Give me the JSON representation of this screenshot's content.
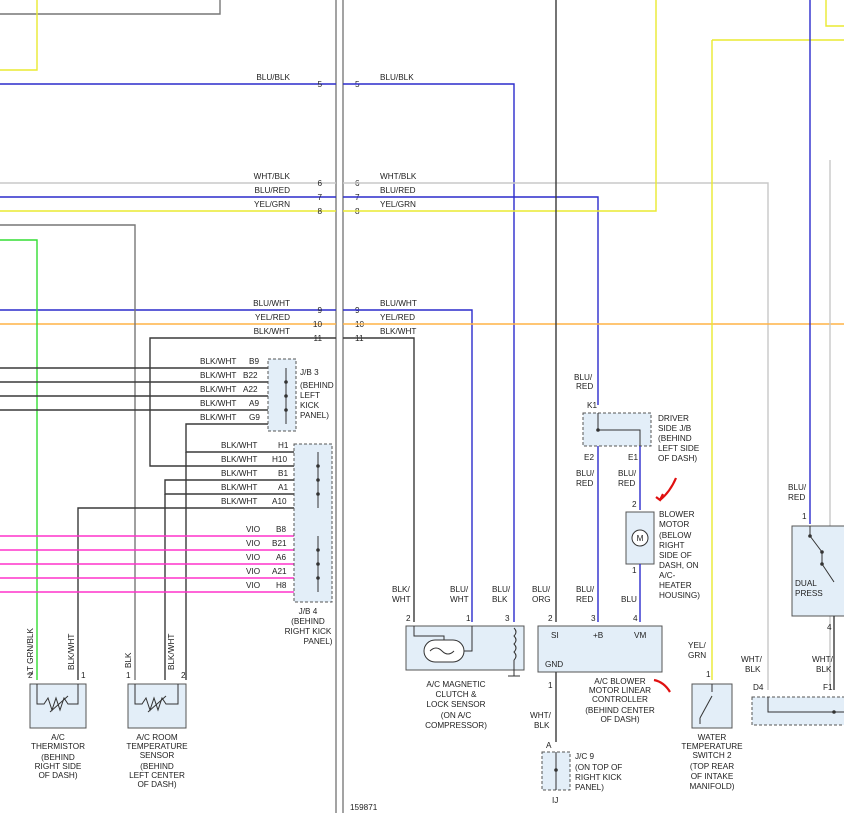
{
  "colors": {
    "black": "#3a3a3a",
    "blue": "#2c2ccc",
    "violet": "#ff33cc",
    "green": "#33dd33",
    "yellow": "#eaea30",
    "orange": "#ffb347",
    "gray": "#c8c8c8",
    "darkgray": "#777777",
    "boxfill": "#e3eef8"
  },
  "left_wires": [
    {
      "label": "BLU/BLK",
      "pin": "5"
    },
    {
      "label": "WHT/BLK",
      "pin": "6"
    },
    {
      "label": "BLU/RED",
      "pin": "7"
    },
    {
      "label": "YEL/GRN",
      "pin": "8"
    },
    {
      "label": "BLU/WHT",
      "pin": "9"
    },
    {
      "label": "YEL/RED",
      "pin": "10"
    },
    {
      "label": "BLK/WHT",
      "pin": "11"
    }
  ],
  "right_wires": [
    {
      "label": "BLU/BLK",
      "pin": "5"
    },
    {
      "label": "WHT/BLK",
      "pin": "6"
    },
    {
      "label": "BLU/RED",
      "pin": "7"
    },
    {
      "label": "YEL/GRN",
      "pin": "8"
    },
    {
      "label": "BLU/WHT",
      "pin": "9"
    },
    {
      "label": "YEL/RED",
      "pin": "10"
    },
    {
      "label": "BLK/WHT",
      "pin": "11"
    }
  ],
  "jb3": {
    "pins": [
      {
        "wire": "BLK/WHT",
        "pin": "B9"
      },
      {
        "wire": "BLK/WHT",
        "pin": "B22"
      },
      {
        "wire": "BLK/WHT",
        "pin": "A22"
      },
      {
        "wire": "BLK/WHT",
        "pin": "A9"
      },
      {
        "wire": "BLK/WHT",
        "pin": "G9"
      }
    ],
    "label": [
      "J/B 3",
      "(BEHIND",
      "LEFT",
      "KICK",
      "PANEL)"
    ]
  },
  "jb4": {
    "pins_top": [
      {
        "wire": "BLK/WHT",
        "pin": "H1"
      },
      {
        "wire": "BLK/WHT",
        "pin": "H10"
      },
      {
        "wire": "BLK/WHT",
        "pin": "B1"
      },
      {
        "wire": "BLK/WHT",
        "pin": "A1"
      },
      {
        "wire": "BLK/WHT",
        "pin": "A10"
      }
    ],
    "pins_bottom": [
      {
        "wire": "VIO",
        "pin": "B8"
      },
      {
        "wire": "VIO",
        "pin": "B21"
      },
      {
        "wire": "VIO",
        "pin": "A6"
      },
      {
        "wire": "VIO",
        "pin": "A21"
      },
      {
        "wire": "VIO",
        "pin": "H8"
      }
    ],
    "label": [
      "J/B 4",
      "(BEHIND",
      "RIGHT KICK",
      "PANEL)"
    ]
  },
  "thermistor": {
    "wires": [
      "LT GRN/BLK",
      "BLK/WHT"
    ],
    "pins": [
      "2",
      "1"
    ],
    "label": [
      "A/C",
      "THERMISTOR",
      "(BEHIND",
      "RIGHT SIDE",
      "OF DASH)"
    ]
  },
  "room_sensor": {
    "wires": [
      "BLK",
      "BLK/WHT"
    ],
    "pins": [
      "1",
      "2"
    ],
    "label": [
      "A/C ROOM",
      "TEMPERATURE",
      "SENSOR",
      "(BEHIND",
      "LEFT CENTER",
      "OF DASH)"
    ]
  },
  "clutch": {
    "wires": [
      [
        "BLK/",
        "WHT"
      ],
      [
        "BLU/",
        "WHT"
      ],
      [
        "BLU/",
        "BLK"
      ]
    ],
    "pins": [
      "2",
      "1",
      "3"
    ],
    "label": [
      "A/C MAGNETIC",
      "CLUTCH &",
      "LOCK SENSOR",
      "(ON A/C",
      "COMPRESSOR)"
    ]
  },
  "controller": {
    "wires": [
      [
        "BLU/",
        "ORG"
      ],
      [
        "BLU/",
        "RED"
      ],
      [
        "BLU"
      ]
    ],
    "pins": [
      "2",
      "3",
      "4",
      "1"
    ],
    "terminals": [
      "SI",
      "+B",
      "VM",
      "GND"
    ],
    "label": [
      "A/C BLOWER",
      "MOTOR LINEAR",
      "CONTROLLER",
      "(BEHIND CENTER",
      "OF DASH)"
    ]
  },
  "driver_jb": {
    "wire_in": [
      "BLU/",
      "RED"
    ],
    "pins": [
      "K1",
      "E2",
      "E1"
    ],
    "wires_out": [
      [
        "BLU/",
        "RED"
      ],
      [
        "BLU/",
        "RED"
      ]
    ],
    "label": [
      "DRIVER",
      "SIDE J/B",
      "(BEHIND",
      "LEFT SIDE",
      "OF DASH)"
    ]
  },
  "blower": {
    "pins": [
      "2",
      "1"
    ],
    "symbol": "M",
    "label": [
      "BLOWER",
      "MOTOR",
      "(BELOW",
      "RIGHT",
      "SIDE OF",
      "DASH, ON",
      "A/C-",
      "HEATER",
      "HOUSING)"
    ]
  },
  "jc9": {
    "wire": [
      "WHT/",
      "BLK"
    ],
    "pins": [
      "1",
      "A",
      "IJ"
    ],
    "label": [
      "J/C 9",
      "(ON TOP OF",
      "RIGHT KICK",
      "PANEL)"
    ]
  },
  "water_switch": {
    "wire": [
      "YEL/",
      "GRN"
    ],
    "pin": "1",
    "label": [
      "WATER",
      "TEMPERATURE",
      "SWITCH 2",
      "(TOP REAR",
      "OF INTAKE",
      "MANIFOLD)"
    ]
  },
  "dual_press": {
    "wire": [
      "BLU/",
      "RED"
    ],
    "pins": [
      "1",
      "4"
    ],
    "label": [
      "DUAL",
      "PRESS"
    ]
  },
  "bottom_right": {
    "wires": [
      [
        "WHT/",
        "BLK"
      ],
      [
        "WHT/",
        "BLK"
      ]
    ],
    "pins": [
      "D4",
      "F1"
    ]
  },
  "figure_id": "159871"
}
